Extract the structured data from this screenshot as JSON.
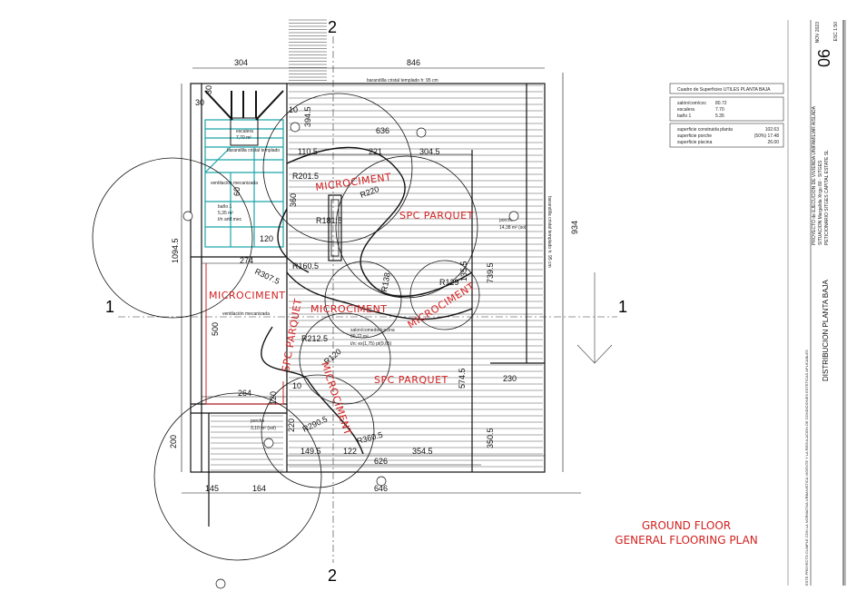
{
  "grid_marks": {
    "row_left": "1",
    "row_right": "1",
    "col_top": "2",
    "col_bottom": "2"
  },
  "dimensions": [
    "304",
    "846",
    "1094.5",
    "934",
    "500",
    "200",
    "145",
    "164",
    "646",
    "626",
    "354.5",
    "149.5",
    "122",
    "350.5",
    "574.5",
    "230",
    "739.5",
    "135.5",
    "304.5",
    "221",
    "110.5",
    "636",
    "274",
    "264",
    "120",
    "60",
    "360",
    "30",
    "30",
    "10",
    "10",
    "394.5",
    "220",
    "120"
  ],
  "radii": [
    "R201.5",
    "R220",
    "R181.5",
    "R160.5",
    "R307.5",
    "R138",
    "R129",
    "R212.5",
    "R120",
    "R290.5",
    "R360.5"
  ],
  "floor_zones": {
    "microciment_1": "MICROCIMENT",
    "microciment_2": "MICROCIMENT",
    "microciment_3": "MICROCIMENT",
    "microciment_4": "MICROCIMENT",
    "microciment_5": "MICROCIMENT",
    "parquet_1": "SPC PARQUET",
    "parquet_2": "SPC PARQUET",
    "parquet_3": "SPC PARQUET"
  },
  "room_notes": {
    "railing_top": "barandilla cristal templado h: 95 cm",
    "railing_side": "barandilla cristal templado h: 95 cm",
    "railing_stair": "barandilla cristal templado",
    "porch_main": "porche",
    "porch_main_area": "14,38 m² (sol)",
    "stair": "escalera",
    "stair_area": "7,70 m²",
    "bath": "baño 1",
    "bath_area": "5,35 m²",
    "bath_vent": "t/n artif.mec",
    "vent_1": "ventilación mecanizada",
    "vent_2": "ventilación mecanizada",
    "living": "salon/comedor/cocina",
    "living_area": "80,72 m²",
    "living_vent": "t/n: ex(1,75) pt(9,65)",
    "porch_small": "porche",
    "porch_small_area": "3,10 m² (sol)"
  },
  "surface_table": {
    "title": "Cuadro de Superficies UTILES   PLANTA BAJA",
    "rooms": [
      {
        "name": "salón/com/coc",
        "value": "80.72"
      },
      {
        "name": "escalera",
        "value": "7.70"
      },
      {
        "name": "baño 1",
        "value": "5.35"
      }
    ],
    "totals": [
      {
        "name": "superficie construida planta",
        "value": "102.63"
      },
      {
        "name": "superficie porche",
        "value": "(50%) 17.48"
      },
      {
        "name": "superficie piscina",
        "value": "26.00"
      }
    ]
  },
  "plan_title": {
    "line1": "GROUND FLOOR",
    "line2": "GENERAL FLOORING PLAN"
  },
  "title_block": {
    "date": "NOV 2023",
    "sheet_number": "06",
    "scale": "ESC 1:50",
    "project": "PROYECTO de EJECUCION DE VIVIENDA UNIFAMILIAR AISLADA",
    "location": "SITUACION   Margalida Xirgu 80 · SITGES",
    "client": "PETICIONARIO   SITGES CAPITAL ESTATE SL",
    "drawing_title": "DISTRIBUCION  PLANTA  BAJA",
    "compliance": "ESTE PROYECTO CUMPLE CON LA NORMATIVA URBANISTICA VIGENTE Y LA REGULACION DE CONDICIONES ESTETICAS APLICABLES"
  },
  "colors": {
    "zone_labels": "#d42020",
    "structure": "#1aa3a8",
    "lines": "#111111"
  }
}
